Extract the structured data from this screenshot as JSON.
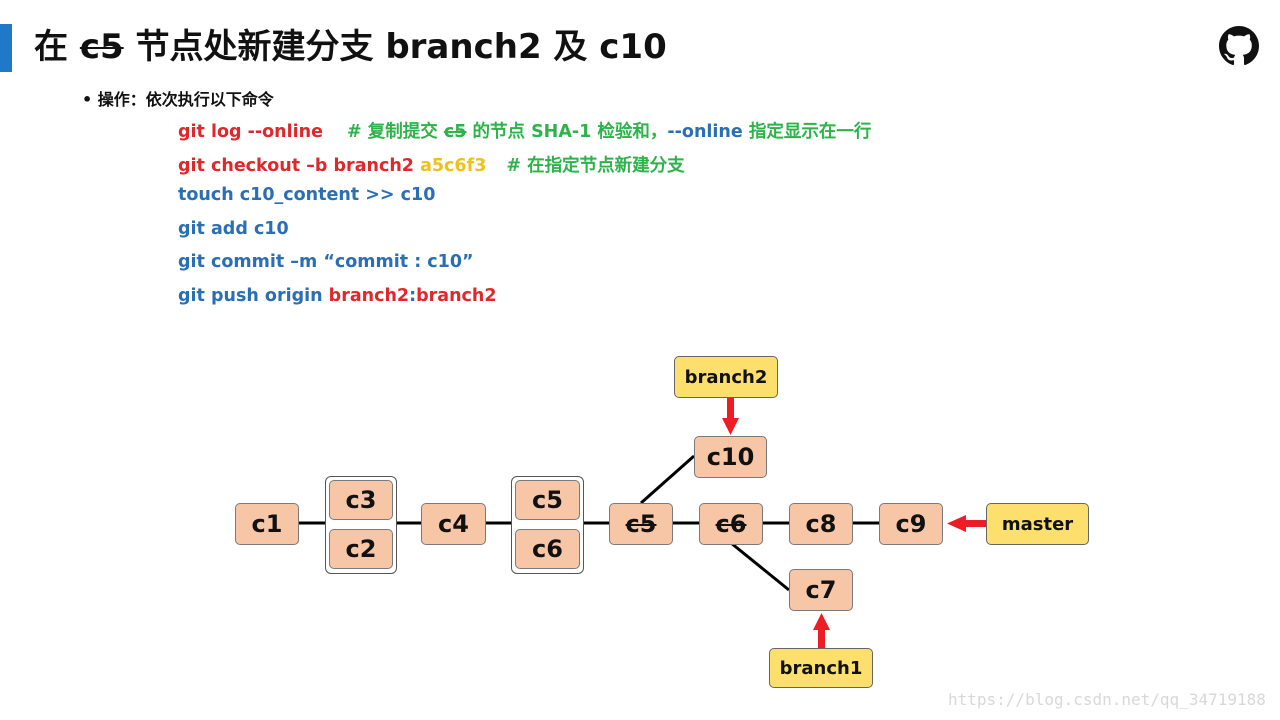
{
  "title": {
    "prefix": "在 ",
    "struck": "c5",
    "suffix": " 节点处新建分支 branch2 及 c10"
  },
  "bullet": "• 操作：依次执行以下命令",
  "commands": {
    "l1_cmd": "git log --online",
    "l1_c1": "# 复制提交 ",
    "l1_c2": "c5",
    "l1_c3": " 的节点 SHA-1 检验和，",
    "l1_c4": "--online",
    "l1_c5": " 指定显示在一行",
    "l2_cmd": "git checkout –b branch2 ",
    "l2_hash": "a5c6f3",
    "l2_comment": "# 在指定节点新建分支",
    "l3": "touch c10_content >> c10",
    "l4": "git add c10",
    "l5": "git commit –m “commit : c10”",
    "l6_a": "git push origin ",
    "l6_b": "branch2",
    "l6_c": ":",
    "l6_d": "branch2"
  },
  "diagram": {
    "nodes": {
      "c1": "c1",
      "c2": "c2",
      "c3": "c3",
      "c4": "c4",
      "c5a": "c5",
      "c6a": "c6",
      "c5": "c5",
      "c6": "c6",
      "c7": "c7",
      "c8": "c8",
      "c9": "c9",
      "c10": "c10"
    },
    "labels": {
      "branch1": "branch1",
      "branch2": "branch2",
      "master": "master"
    }
  },
  "colors": {
    "accent": "#1f78c8",
    "node_fill": "#f6c6a7",
    "label_fill": "#fddf6e",
    "arrow": "#ee1c24"
  },
  "watermark": "https://blog.csdn.net/qq_34719188"
}
